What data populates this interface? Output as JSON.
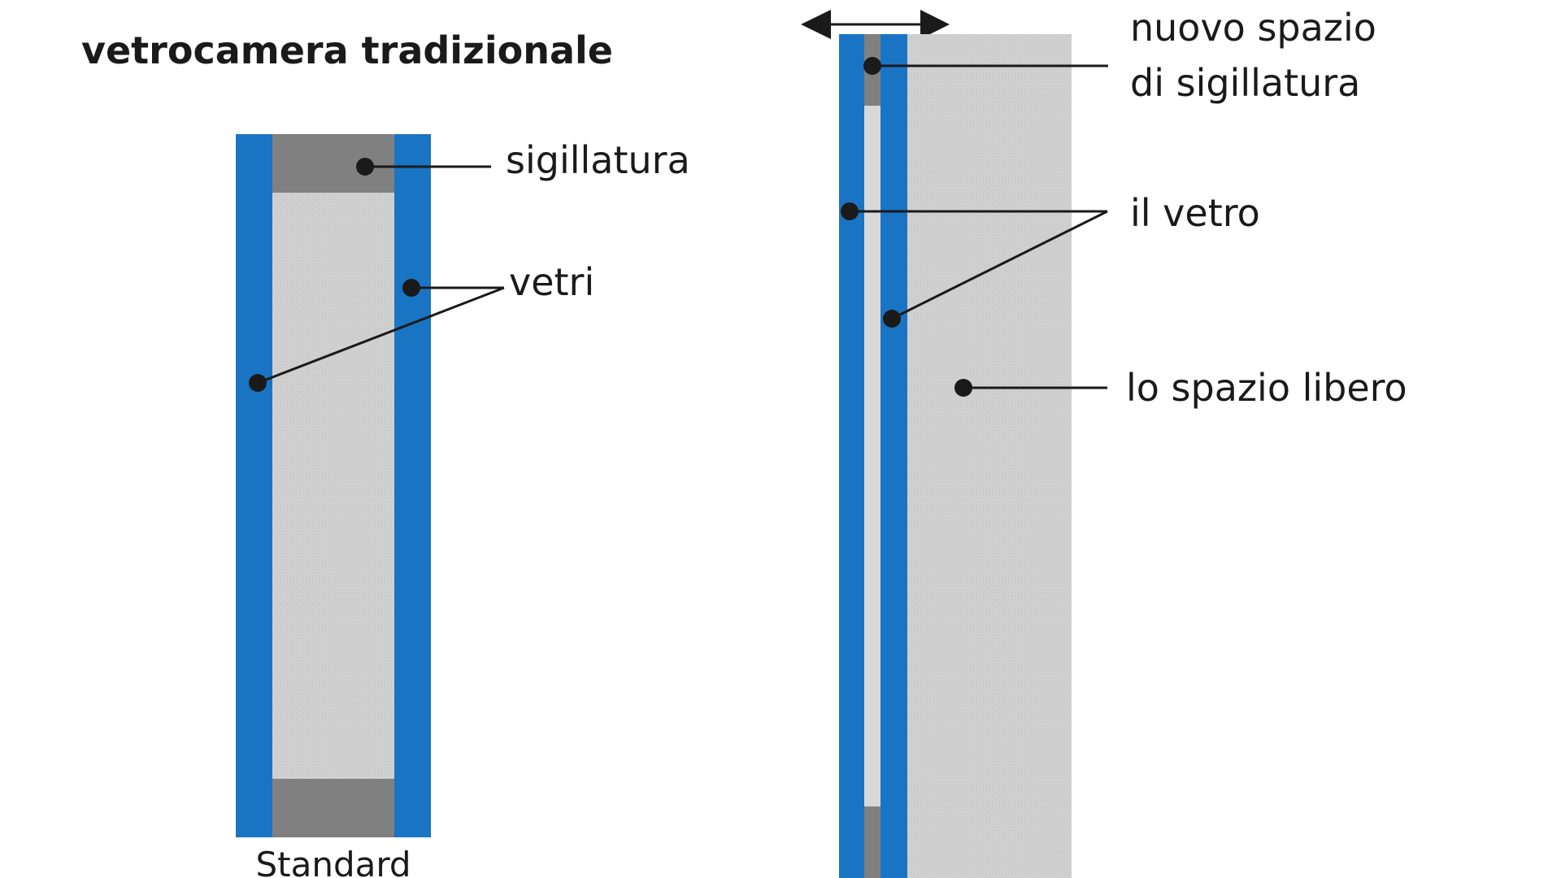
{
  "left_panel": {
    "title": "vetrocamera tradizionale",
    "caption": "Standard",
    "labels": {
      "seal": "sigillatura",
      "glasses": "vetri"
    }
  },
  "right_panel": {
    "labels": {
      "seal_line1": "nuovo spazio",
      "seal_line2": "di sigillatura",
      "glass": "il vetro",
      "free_space": "lo spazio libero"
    }
  },
  "colors": {
    "glass": "#1a74c4",
    "seal": "#7f7f7f",
    "gap": "#d2d2d2",
    "free_space": "#cfcfcf",
    "line": "#1a1a1a"
  }
}
